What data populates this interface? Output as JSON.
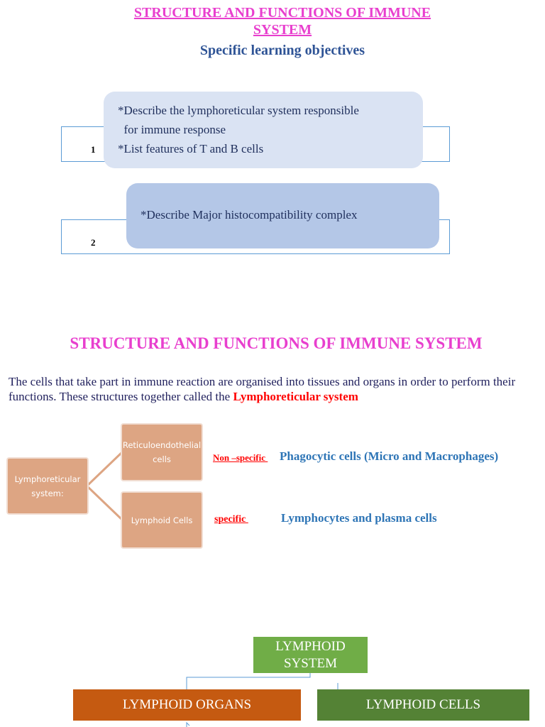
{
  "header": {
    "title_line1": "STRUCTURE AND FUNCTIONS OF IMMUNE",
    "title_line2": "SYSTEM",
    "subtitle": "Specific learning objectives"
  },
  "objectives": [
    {
      "number": "1",
      "lines": [
        "*Describe the lymphoreticular system responsible",
        "  for immune response",
        "*List features of T and B cells"
      ]
    },
    {
      "number": "2",
      "lines": [
        "*Describe Major histocompatibility complex"
      ]
    }
  ],
  "section": {
    "title": "STRUCTURE AND FUNCTIONS OF IMMUNE SYSTEM",
    "intro_text": "The cells that take part in immune reaction are organised into tissues and organs in order to perform their functions. These structures together called the ",
    "intro_highlight": "Lymphoreticular system"
  },
  "diagram": {
    "root": "Lymphoreticular system:",
    "branches": [
      {
        "label": "Reticuloendothelial cells",
        "tag": "Non –specific ",
        "description": "Phagocytic cells (Micro and Macrophages)"
      },
      {
        "label": "Lymphoid Cells",
        "tag": "specific ",
        "description": "Lymphocytes and plasma cells"
      }
    ],
    "colors": {
      "box": "#dda583",
      "connector": "#dda583",
      "tag": "#ff0000",
      "description": "#2e75b6"
    }
  },
  "hierarchy": {
    "root": "LYMPHOID SYSTEM",
    "children": [
      "LYMPHOID ORGANS",
      "LYMPHOID CELLS"
    ],
    "colors": {
      "root": "#70ad47",
      "organs": "#c55a11",
      "cells": "#548235"
    }
  }
}
